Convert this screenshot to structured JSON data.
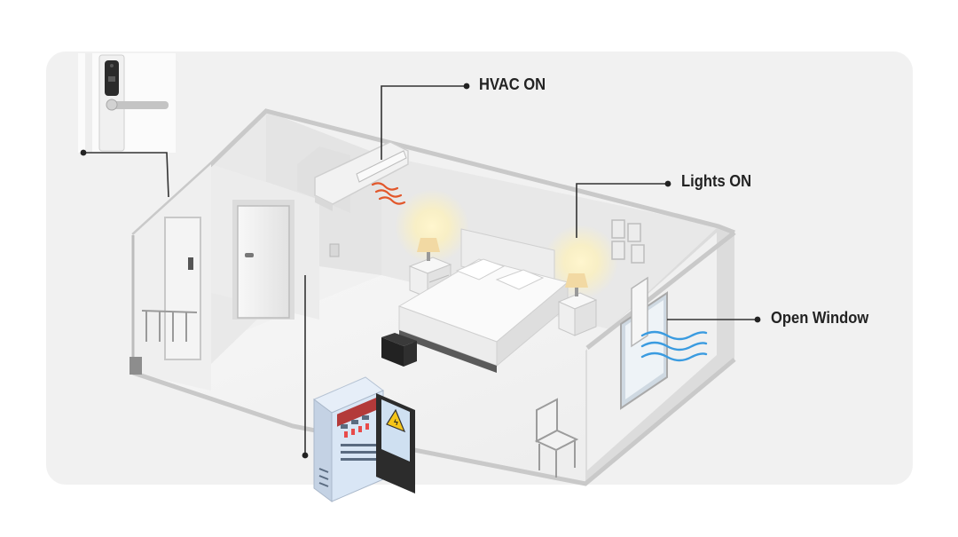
{
  "callouts": {
    "hvac": "HVAC ON",
    "lights": "Lights ON",
    "window": "Open Window"
  },
  "colors": {
    "panel_background": "#f1f1f1",
    "wall_face": "#e6e6e6",
    "wall_top": "#cfcfcf",
    "floor": "#f3f3f3",
    "leader_line": "#333333",
    "heat_waves": "#e2572b",
    "air_flow": "#3a9be0",
    "lamp_glow": "#fff2b8",
    "warning": "#f5c518",
    "cabinet_body": "#d9e6f5",
    "cabinet_door": "#2c2c2c"
  },
  "icons": {
    "door_lock": "card-lock-icon",
    "hvac": "air-conditioner-icon",
    "lamp": "lamp-icon",
    "window": "window-icon",
    "electrical_cabinet": "electrical-cabinet-icon",
    "warning": "electrical-warning-icon",
    "bed": "bed-icon",
    "chair": "chair-icon"
  }
}
